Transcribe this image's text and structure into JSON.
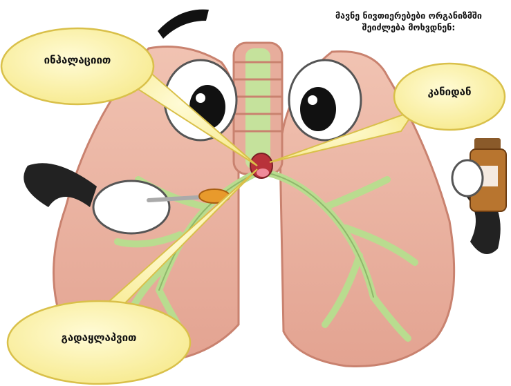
{
  "caption": {
    "line1": "მავნე ნივთიერებები ორგანიზმში",
    "line2": "შეიძლება მოხვდნენ:"
  },
  "bubbles": {
    "inhalation": "ინჰალაციით",
    "skin": "კანიდან",
    "swallowing": "გადაყლაპვით"
  },
  "colors": {
    "lung_fill": "#e9b3a2",
    "lung_outline": "#c9826f",
    "bronchi": "#b9dc8f",
    "bubble_fill": "#fbf4b0",
    "bubble_stroke": "#d9c04a"
  }
}
